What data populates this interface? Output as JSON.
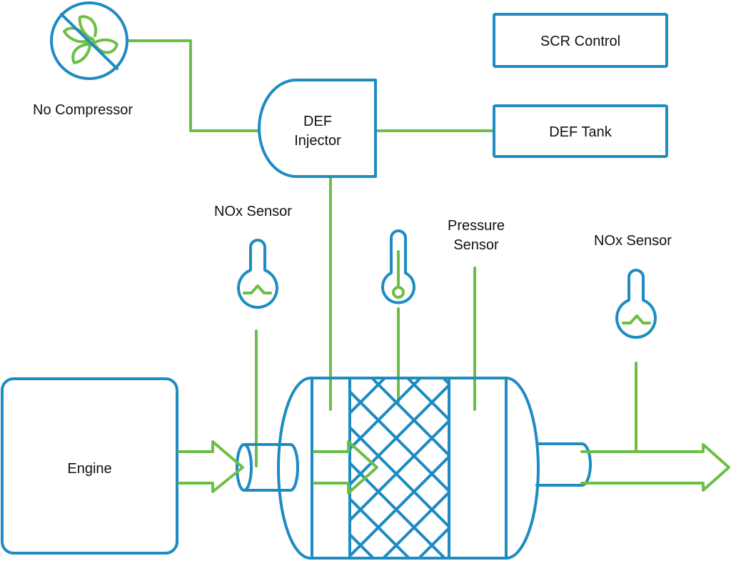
{
  "labels": {
    "no_compressor": "No Compressor",
    "scr_control": "SCR Control",
    "def_injector_line1": "DEF",
    "def_injector_line2": "Injector",
    "def_tank": "DEF Tank",
    "nox_sensor_left": "NOx Sensor",
    "pressure_sensor_line1": "Pressure",
    "pressure_sensor_line2": "Sensor",
    "nox_sensor_right": "NOx Sensor",
    "engine": "Engine"
  },
  "icons": {
    "fan": "no-compressor-fan-icon",
    "nox_sensor": "nox-sensor-icon",
    "temperature": "thermometer-icon"
  },
  "colors": {
    "blue": "#1e8bc3",
    "green": "#6cbf45",
    "text": "#111111",
    "background": "#ffffff"
  }
}
